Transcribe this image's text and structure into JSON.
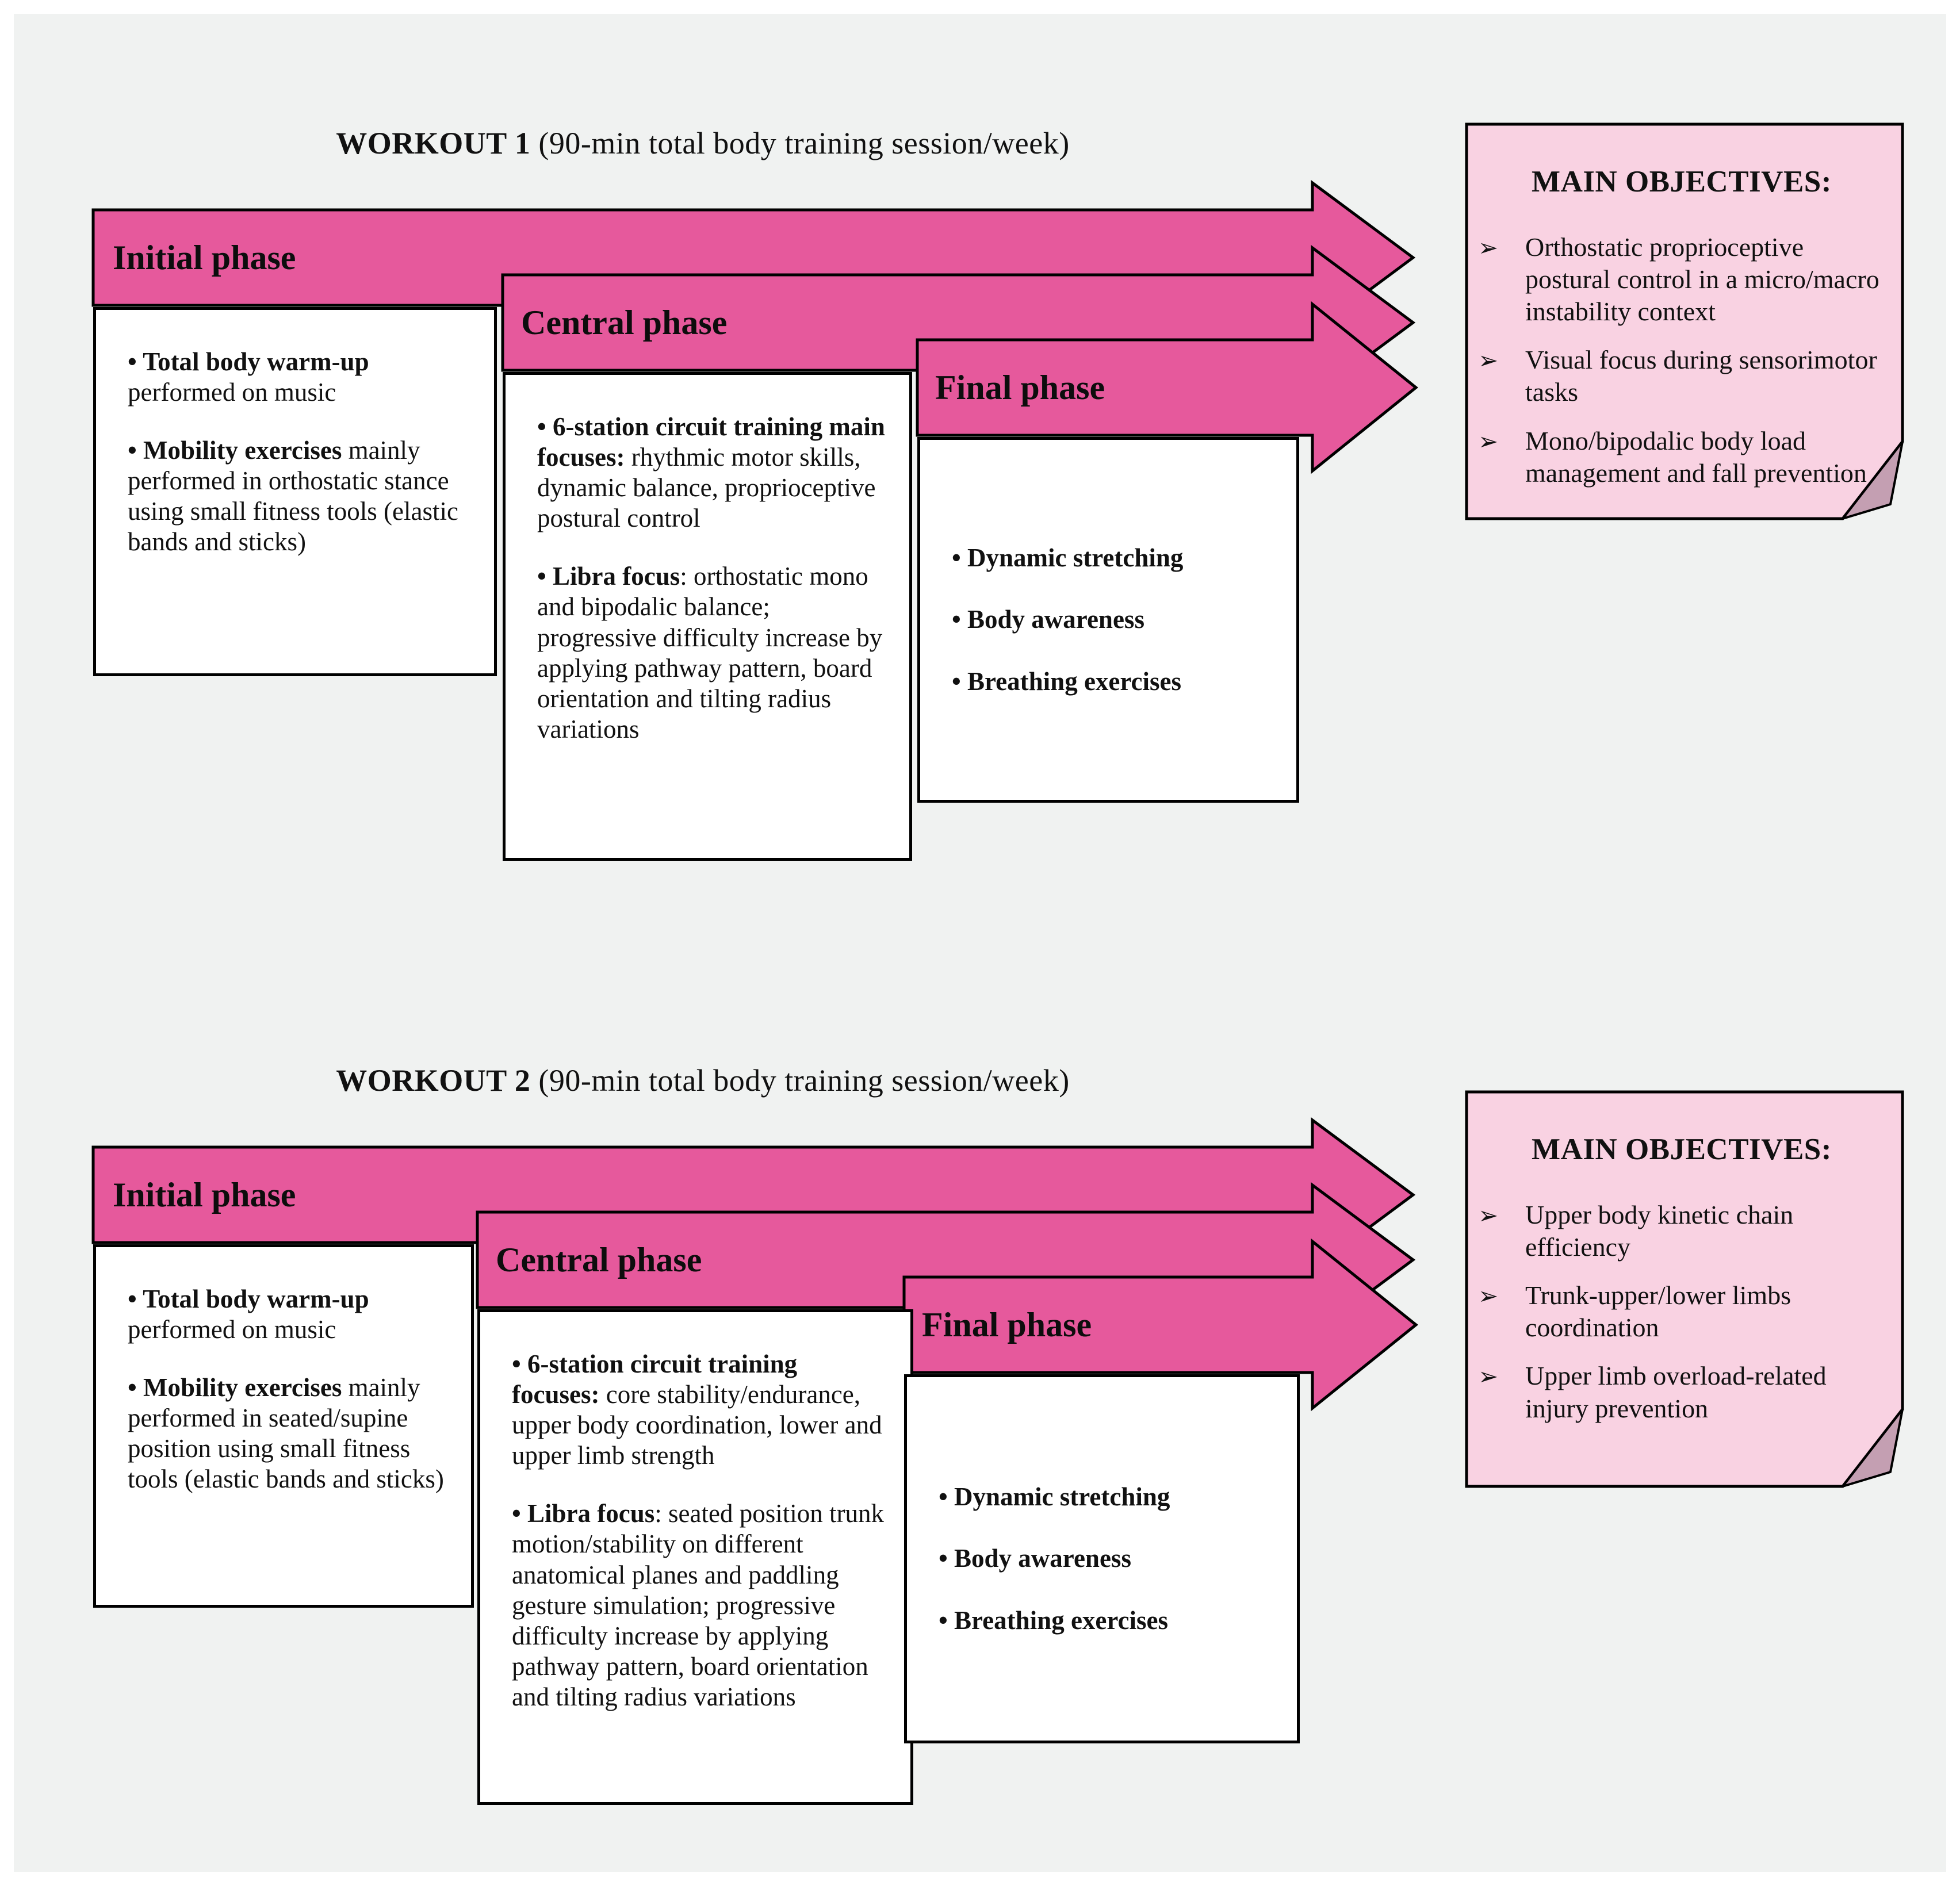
{
  "colors": {
    "canvas_bg": "#f0f2f1",
    "arrow_pink": "#e6599c",
    "note_pink": "#f9d2e2",
    "note_fold": "#c49fb2",
    "box_bg": "#ffffff",
    "outline": "#000000"
  },
  "glyphs": {
    "bullet": "•",
    "objective_marker": "➢"
  },
  "workouts": [
    {
      "title_bold": "WORKOUT 1",
      "title_tail": " (90-min total body training session/week)",
      "phases": [
        {
          "label": "Initial phase",
          "bullets": [
            {
              "lead": "• Total body warm-up",
              "rest": " performed on music"
            },
            {
              "lead": "• Mobility exercises",
              "rest": " mainly performed in orthostatic stance using small fitness tools (elastic bands and sticks)"
            }
          ]
        },
        {
          "label": "Central phase",
          "bullets": [
            {
              "lead": "• 6-station circuit training main focuses:",
              "rest": " rhythmic motor skills, dynamic balance, proprioceptive postural control"
            },
            {
              "lead": "• Libra focus",
              "rest": ": orthostatic mono and bipodalic balance; progressive difficulty increase by applying pathway pattern, board orientation and tilting radius variations"
            }
          ]
        },
        {
          "label": "Final phase",
          "bullets": [
            {
              "lead": "• Dynamic stretching",
              "rest": ""
            },
            {
              "lead": "• Body awareness",
              "rest": ""
            },
            {
              "lead": "• Breathing exercises",
              "rest": ""
            }
          ]
        }
      ],
      "objectives": {
        "title": "MAIN OBJECTIVES:",
        "items": [
          "Orthostatic proprioceptive postural control in a micro/macro instability context",
          "Visual focus during sensorimotor tasks",
          "Mono/bipodalic body load management and fall prevention"
        ]
      }
    },
    {
      "title_bold": "WORKOUT 2",
      "title_tail": " (90-min total body training session/week)",
      "phases": [
        {
          "label": "Initial phase",
          "bullets": [
            {
              "lead": "• Total body warm-up",
              "rest": " performed on music"
            },
            {
              "lead": "• Mobility exercises",
              "rest": " mainly performed in seated/supine position using small fitness tools (elastic bands and sticks)"
            }
          ]
        },
        {
          "label": "Central phase",
          "bullets": [
            {
              "lead": "• 6-station circuit training focuses:",
              "rest": " core stability/endurance, upper body coordination, lower and upper limb strength"
            },
            {
              "lead": "• Libra focus",
              "rest": ": seated position trunk motion/stability on different anatomical planes and paddling gesture simulation; progressive difficulty increase by applying pathway pattern, board orientation and tilting radius variations"
            }
          ]
        },
        {
          "label": "Final phase",
          "bullets": [
            {
              "lead": "• Dynamic stretching",
              "rest": ""
            },
            {
              "lead": "• Body awareness",
              "rest": ""
            },
            {
              "lead": "• Breathing exercises",
              "rest": ""
            }
          ]
        }
      ],
      "objectives": {
        "title": "MAIN OBJECTIVES:",
        "items": [
          "Upper body kinetic chain efficiency",
          "Trunk-upper/lower limbs coordination",
          "Upper limb overload-related injury prevention"
        ]
      }
    }
  ]
}
